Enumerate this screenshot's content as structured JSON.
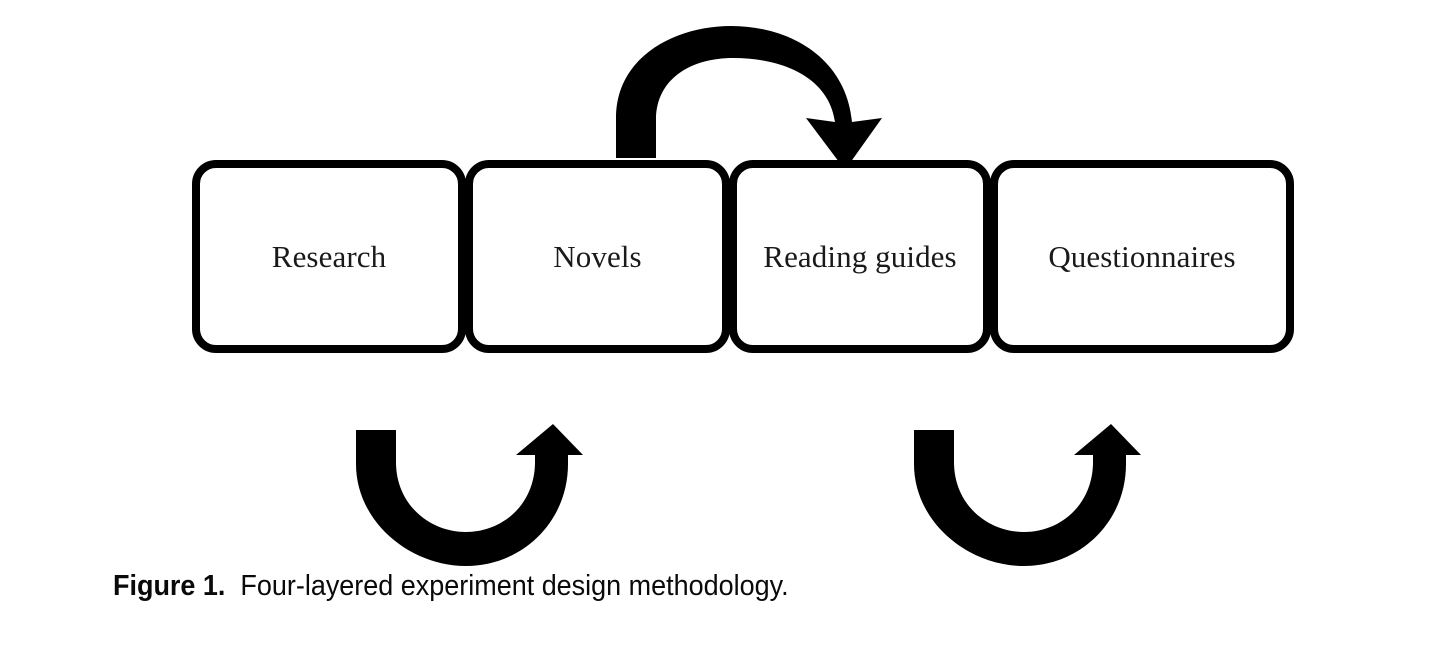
{
  "figure": {
    "background_color": "#ffffff",
    "stroke_color": "#000000",
    "nodes": [
      {
        "id": "research",
        "label": "Research"
      },
      {
        "id": "novels",
        "label": "Novels"
      },
      {
        "id": "reading-guides",
        "label": "Reading guides"
      },
      {
        "id": "questionnaires",
        "label": "Questionnaires"
      }
    ],
    "arrows": [
      {
        "id": "arrow-novels-to-reading-guides",
        "position": "top",
        "from": "novels",
        "to": "reading-guides",
        "direction": "clockwise-arc-over",
        "head": "down-right"
      },
      {
        "id": "arrow-research-to-novels",
        "position": "bottom-left",
        "from": "research",
        "to": "novels",
        "direction": "counterclockwise-arc-under",
        "head": "up-right"
      },
      {
        "id": "arrow-reading-guides-to-questionnaires",
        "position": "bottom-right",
        "from": "reading-guides",
        "to": "questionnaires",
        "direction": "counterclockwise-arc-under",
        "head": "up-right"
      }
    ],
    "caption": {
      "label": "Figure 1.",
      "text": "Four-layered experiment design methodology."
    }
  }
}
